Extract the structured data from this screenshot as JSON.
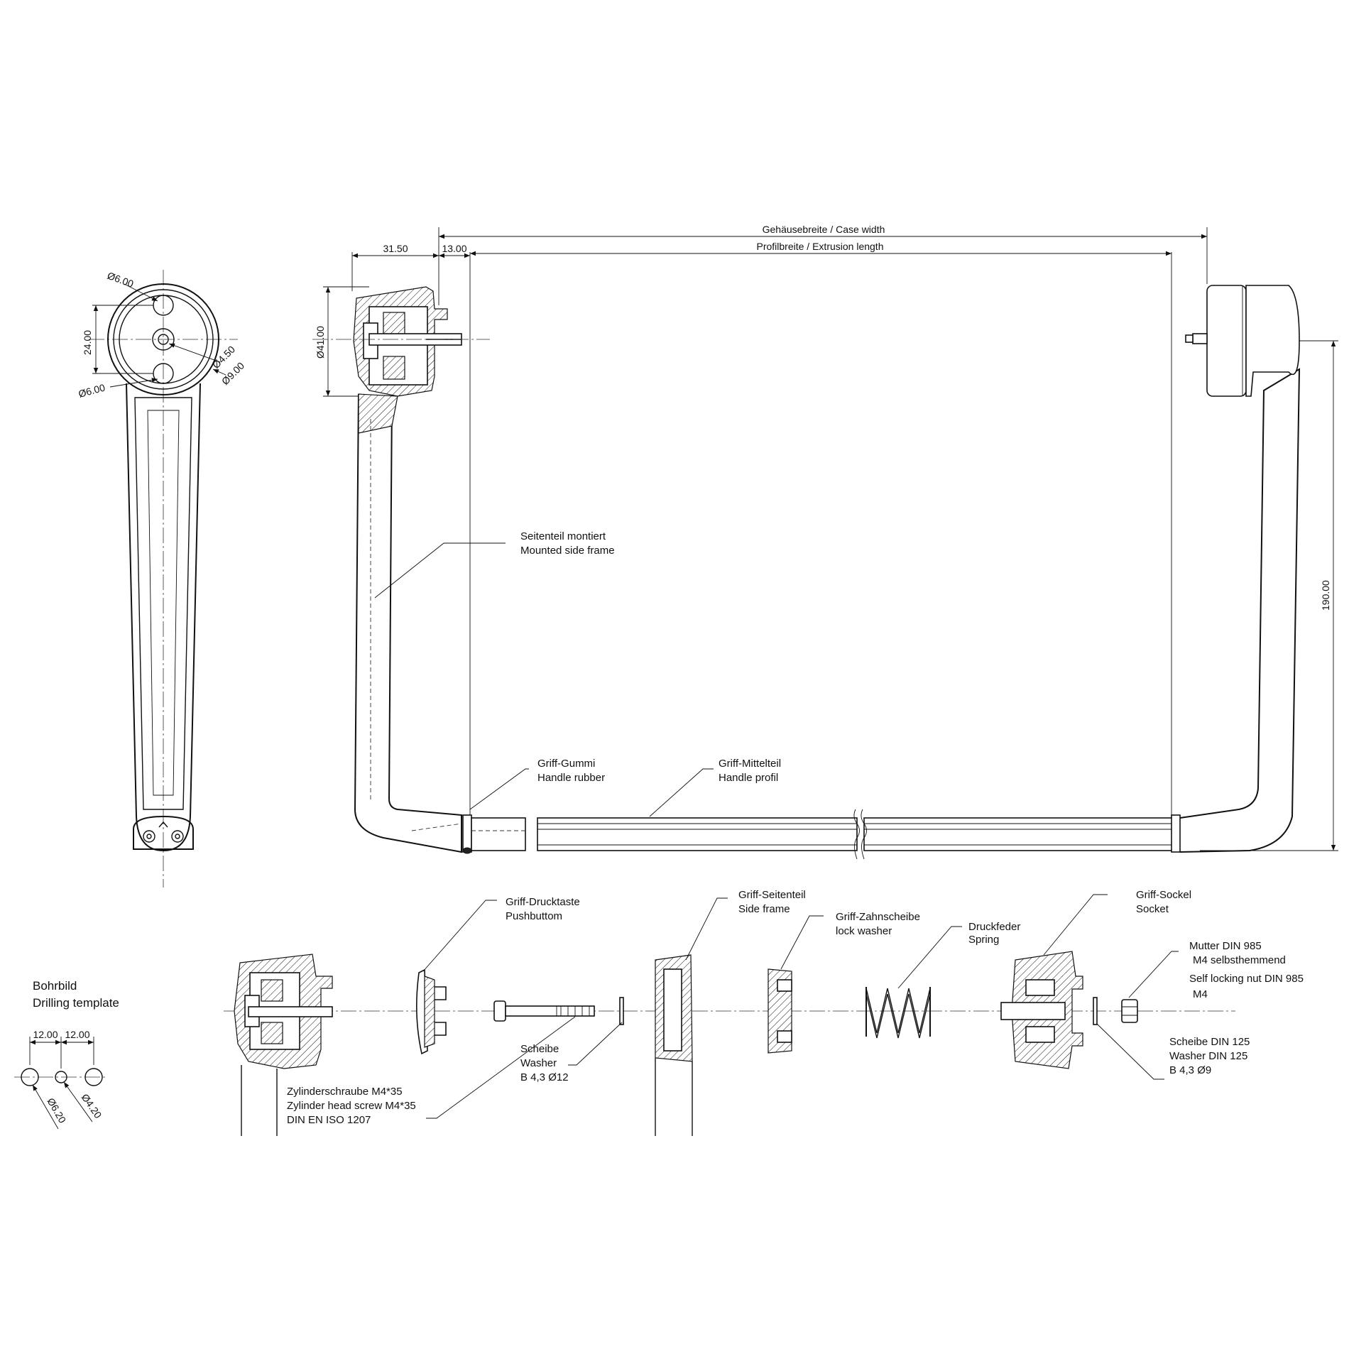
{
  "title_block": {
    "case_width": "Gehäusebreite / Case width",
    "extrusion_length": "Profilbreite / Extrusion length"
  },
  "dimensions": {
    "d_31_50": "31.50",
    "d_13_00": "13.00",
    "d_41_00": "Ø41.00",
    "d_190_00": "190.00",
    "d_6_00_top": "Ø6.00",
    "d_24_00": "24.00",
    "d_6_00_bottom": "Ø6.00",
    "d_4_50": "Ø4.50",
    "d_9_00": "Ø9.00",
    "drill_12_left": "12.00",
    "drill_12_right": "12.00",
    "drill_6_20": "Ø6.20",
    "drill_4_20": "Ø4.20"
  },
  "labels": {
    "side_frame_mounted": [
      "Seitenteil montiert",
      "Mounted side frame"
    ],
    "handle_rubber": [
      "Griff-Gummi",
      "Handle rubber"
    ],
    "handle_profile": [
      "Griff-Mittelteil",
      "Handle profil"
    ],
    "pushbutton": [
      "Griff-Drucktaste",
      "Pushbuttom"
    ],
    "side_frame": [
      "Griff-Seitenteil",
      "Side frame"
    ],
    "lock_washer": [
      "Griff-Zahnscheibe",
      "lock washer"
    ],
    "spring": [
      "Druckfeder",
      "Spring"
    ],
    "socket": [
      "Griff-Sockel",
      "Socket"
    ],
    "nut": [
      "Mutter DIN 985",
      "M4 selbsthemmend",
      "Self locking nut DIN 985",
      "M4"
    ],
    "washer_small": [
      "Scheibe",
      "Washer",
      "B 4,3 Ø12"
    ],
    "washer_din": [
      "Scheibe DIN 125",
      "Washer DIN 125",
      "B 4,3 Ø9"
    ],
    "screw": [
      "Zylinderschraube M4*35",
      "Zylinder head screw M4*35",
      "DIN EN ISO 1207"
    ],
    "drilling": [
      "Bohrbild",
      "Drilling template"
    ]
  }
}
